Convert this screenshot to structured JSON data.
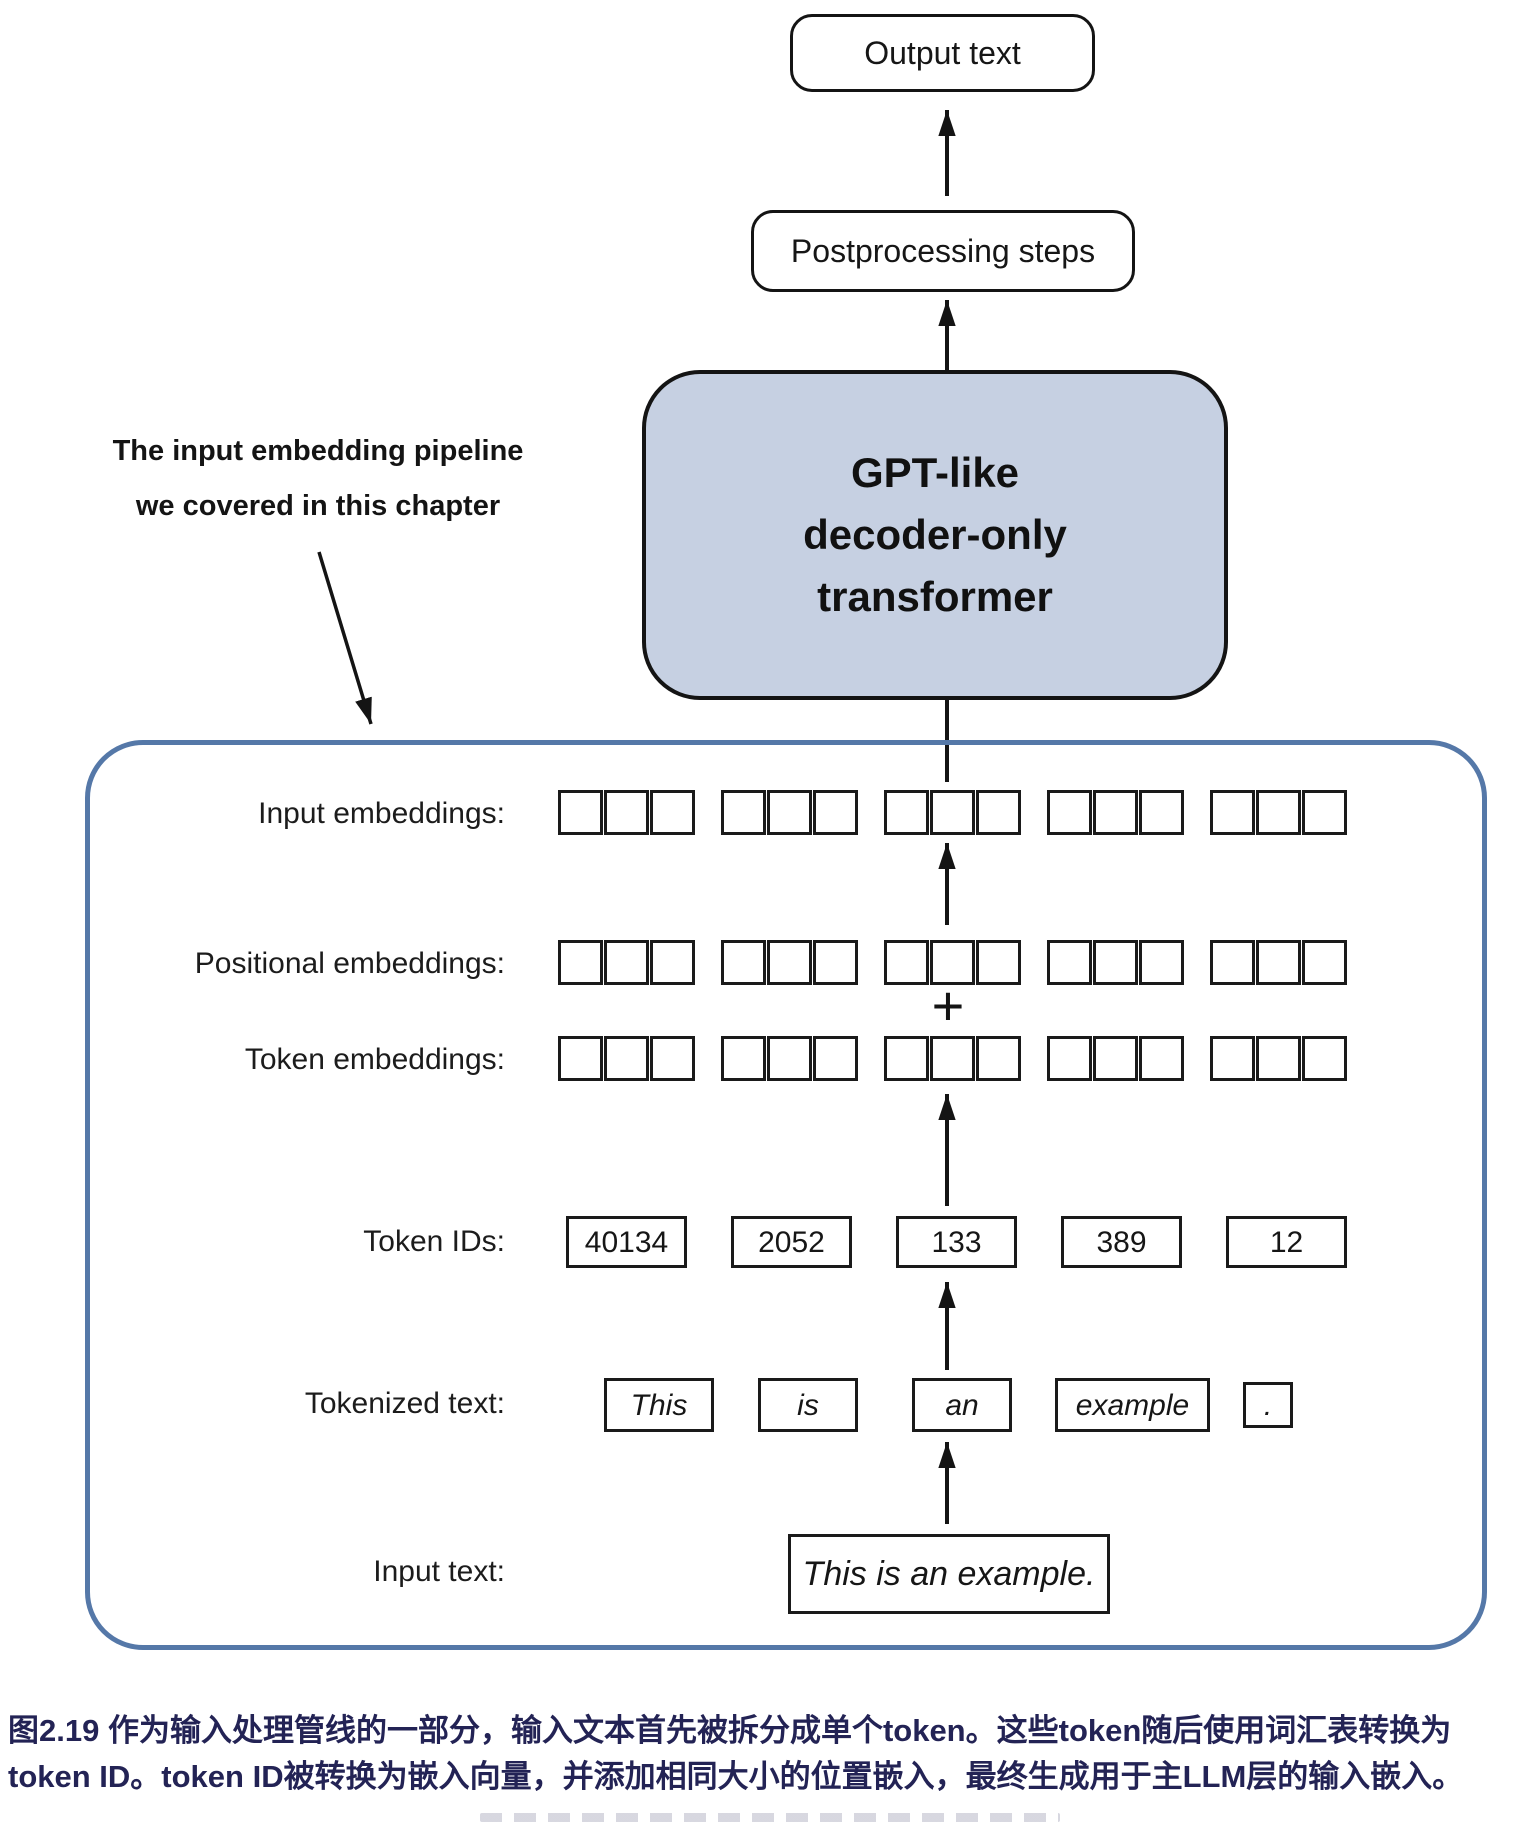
{
  "figure": {
    "output_box": "Output text",
    "postprocessing_box": "Postprocessing steps",
    "transformer_box": {
      "line1": "GPT-like",
      "line2": "decoder-only",
      "line3": "transformer"
    },
    "annotation": {
      "line1": "The input embedding pipeline",
      "line2": "we covered in this chapter"
    },
    "plus_sign": "+",
    "rows": {
      "input_embeddings": {
        "label": "Input embeddings:"
      },
      "positional_embeddings": {
        "label": "Positional embeddings:"
      },
      "token_embeddings": {
        "label": "Token embeddings:"
      },
      "token_ids": {
        "label": "Token IDs:",
        "values": [
          "40134",
          "2052",
          "133",
          "389",
          "12"
        ]
      },
      "tokenized_text": {
        "label": "Tokenized text:",
        "tokens": [
          "This",
          "is",
          "an",
          "example",
          "."
        ]
      },
      "input_text": {
        "label": "Input text:",
        "value": "This is an example."
      }
    },
    "embeddings_grid": {
      "groups": 5,
      "cells_per_group": 3
    }
  },
  "caption": {
    "line1": "图2.19 作为输入处理管线的一部分，输入文本首先被拆分成单个token。这些token随后使用词汇表转换为",
    "line2": "token ID。token ID被转换为嵌入向量，并添加相同大小的位置嵌入，最终生成用于主LLM层的输入嵌入。"
  },
  "colors": {
    "transformer_fill": "#c6d0e2",
    "pipeline_border": "#5578a8",
    "caption_text": "#232355",
    "stroke": "#141414"
  }
}
